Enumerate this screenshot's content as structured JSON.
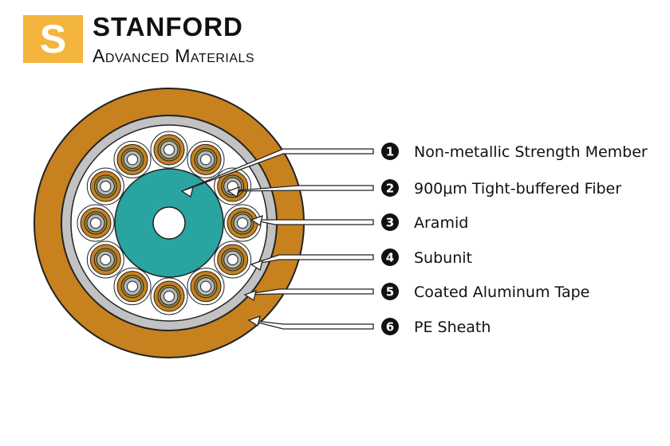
{
  "brand": {
    "logo_letter": "S",
    "name": "STANFORD",
    "tagline": "Advanced Materials",
    "logo_color": "#f4b53f"
  },
  "colors": {
    "sheath": "#c8811f",
    "tape": "#c2c2c2",
    "aramid": "#ffffff",
    "strength_member": "#2aa4a0",
    "subunit_outer": "#c8811f",
    "subunit_ring": "#9c8a3a",
    "fiber_ring": "#b8b8b8"
  },
  "labels": [
    {
      "number": "1",
      "text": "Non-metallic Strength Member"
    },
    {
      "number": "2",
      "text": "900μm Tight-buffered Fiber"
    },
    {
      "number": "3",
      "text": "Aramid"
    },
    {
      "number": "4",
      "text": "Subunit"
    },
    {
      "number": "5",
      "text": "Coated Aluminum Tape"
    },
    {
      "number": "6",
      "text": "PE Sheath"
    }
  ]
}
